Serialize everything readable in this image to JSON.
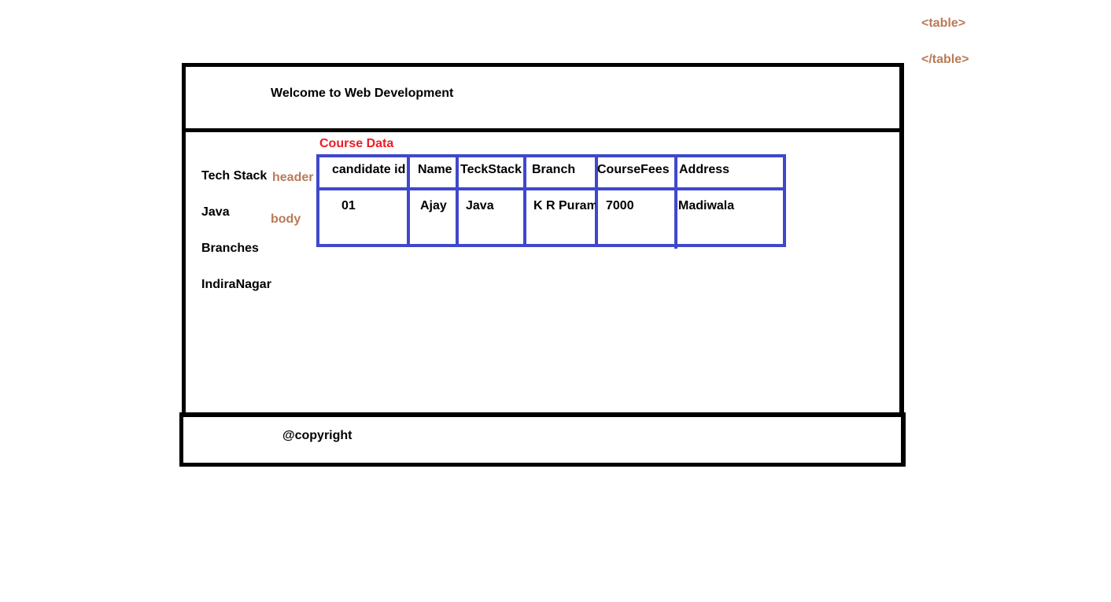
{
  "annotations": {
    "table_open": "<table>",
    "table_close": "</table>",
    "header": "header",
    "body": "body"
  },
  "header": {
    "title": "Welcome to Web Development"
  },
  "sidebar": {
    "items": [
      {
        "label": "Tech Stack"
      },
      {
        "label": "Java"
      },
      {
        "label": "Branches"
      },
      {
        "label": "IndiraNagar"
      }
    ]
  },
  "main": {
    "caption": "Course Data",
    "table": {
      "columns": [
        "candidate id",
        "Name",
        "TeckStack",
        "Branch",
        "CourseFees",
        "Address"
      ],
      "rows": [
        [
          "01",
          "Ajay",
          "Java",
          "K R Puram",
          "7000",
          "Madiwala"
        ]
      ]
    }
  },
  "footer": {
    "text": "@copyright"
  },
  "colors": {
    "frame": "#000000",
    "table_lines": "#3f48cc",
    "annotation": "#b97a57",
    "caption": "#ed1c24"
  }
}
